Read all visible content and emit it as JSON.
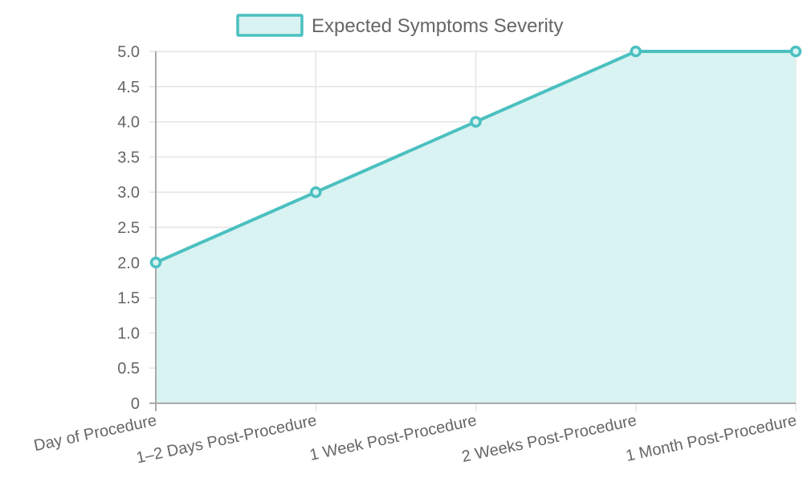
{
  "legend": {
    "label": "Expected Symptoms Severity"
  },
  "colors": {
    "line": "#4bc0c0",
    "fill": "#d9f2f2",
    "grid": "#e5e5e5",
    "axis": "#aaaaaa",
    "text": "#666666"
  },
  "chart_data": {
    "type": "line",
    "title": "",
    "xlabel": "",
    "ylabel": "",
    "categories": [
      "Day of Procedure",
      "1–2 Days Post-Procedure",
      "1 Week Post-Procedure",
      "2 Weeks Post-Procedure",
      "1 Month Post-Procedure"
    ],
    "series": [
      {
        "name": "Expected Symptoms Severity",
        "values": [
          2,
          3,
          4,
          5,
          5
        ],
        "fill": true
      }
    ],
    "ylim": [
      0,
      5
    ],
    "yticks": [
      "0",
      "0.5",
      "1.0",
      "1.5",
      "2.0",
      "2.5",
      "3.0",
      "3.5",
      "4.0",
      "4.5",
      "5.0"
    ],
    "grid": true,
    "legend_position": "top"
  }
}
